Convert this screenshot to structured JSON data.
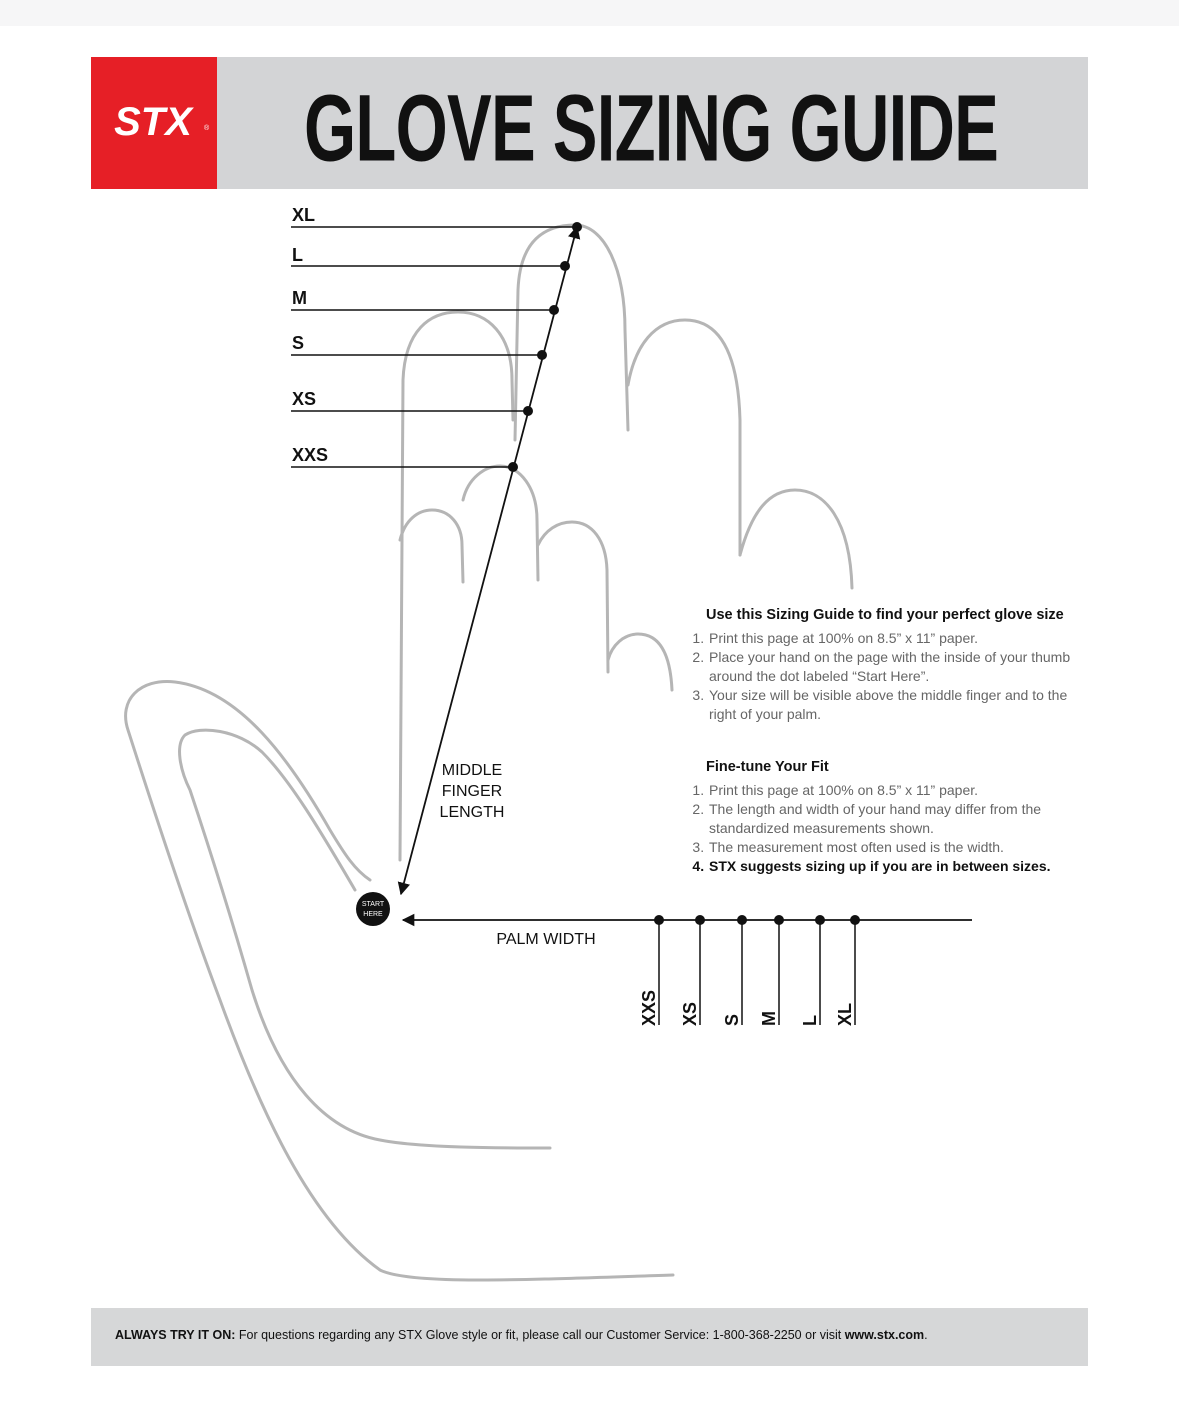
{
  "header": {
    "logo_text": "STX",
    "title": "GLOVE SIZING GUIDE"
  },
  "diagram": {
    "finger_sizes": [
      "XL",
      "L",
      "M",
      "S",
      "XS",
      "XXS"
    ],
    "palm_sizes": [
      "XXS",
      "XS",
      "S",
      "M",
      "L",
      "XL"
    ],
    "middle_finger_label": [
      "MIDDLE",
      "FINGER",
      "LENGTH"
    ],
    "palm_width_label": "PALM WIDTH",
    "start_label": [
      "START",
      "HERE"
    ],
    "colors": {
      "outline": "#b5b5b5",
      "line": "#111111",
      "brand": "#e61f26"
    }
  },
  "sizing_guide": {
    "heading": "Use this Sizing Guide to find your perfect glove size",
    "steps": [
      "Print this page at 100% on 8.5” x 11” paper.",
      "Place your hand on the page with the inside of your thumb around the dot labeled “Start Here”.",
      "Your size will be visible above the middle finger and to the right of your palm."
    ]
  },
  "fine_tune": {
    "heading": "Fine-tune Your Fit",
    "steps": [
      "Print this page at 100% on 8.5” x 11” paper.",
      "The length and width of your hand may differ from the standardized measurements shown.",
      "The measurement most often used is the width.",
      "STX suggests sizing up if you are in between sizes."
    ]
  },
  "footer": {
    "lead": "ALWAYS TRY IT ON:",
    "text": " For questions regarding any STX Glove style or fit, please call our Customer Service: 1-800-368-2250 or visit ",
    "link": "www.stx.com",
    "end": "."
  }
}
